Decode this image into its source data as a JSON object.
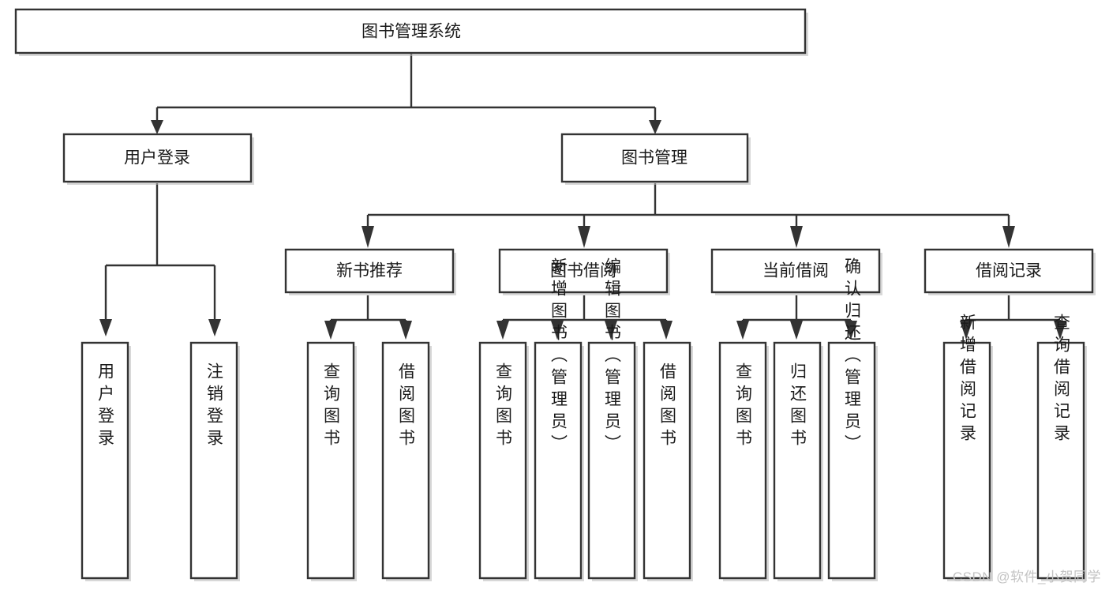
{
  "diagram": {
    "type": "tree",
    "title": "图书管理系统",
    "watermark": "CSDN @软件_小贺同学",
    "levels": {
      "root": {
        "label": "图书管理系统"
      },
      "level2": [
        {
          "id": "user-login",
          "label": "用户登录"
        },
        {
          "id": "book-manage",
          "label": "图书管理"
        }
      ],
      "level3": [
        {
          "id": "new-book-recommend",
          "label": "新书推荐",
          "parent": "book-manage"
        },
        {
          "id": "book-borrow",
          "label": "图书借阅",
          "parent": "book-manage"
        },
        {
          "id": "current-borrow",
          "label": "当前借阅",
          "parent": "book-manage"
        },
        {
          "id": "borrow-record",
          "label": "借阅记录",
          "parent": "book-manage"
        }
      ],
      "leaves": [
        {
          "id": "leaf-user-login",
          "label": "用户登录",
          "parent": "user-login"
        },
        {
          "id": "leaf-logout",
          "label": "注销登录",
          "parent": "user-login"
        },
        {
          "id": "leaf-query-book-1",
          "label": "查询图书",
          "parent": "new-book-recommend"
        },
        {
          "id": "leaf-borrow-book-1",
          "label": "借阅图书",
          "parent": "new-book-recommend"
        },
        {
          "id": "leaf-query-book-2",
          "label": "查询图书",
          "parent": "book-borrow"
        },
        {
          "id": "leaf-add-book",
          "label": "新增图书（管理员）",
          "parent": "book-borrow"
        },
        {
          "id": "leaf-edit-book",
          "label": "编辑图书（管理员）",
          "parent": "book-borrow"
        },
        {
          "id": "leaf-borrow-book-2",
          "label": "借阅图书",
          "parent": "book-borrow"
        },
        {
          "id": "leaf-query-book-3",
          "label": "查询图书",
          "parent": "current-borrow"
        },
        {
          "id": "leaf-return-book",
          "label": "归还图书",
          "parent": "current-borrow"
        },
        {
          "id": "leaf-confirm-return",
          "label": "确认归还（管理员）",
          "parent": "current-borrow"
        },
        {
          "id": "leaf-add-record",
          "label": "新增借阅记录",
          "parent": "borrow-record"
        },
        {
          "id": "leaf-query-record",
          "label": "查询借阅记录",
          "parent": "borrow-record"
        }
      ]
    },
    "colors": {
      "stroke": "#333333",
      "fill": "#ffffff",
      "text": "#1a1a1a",
      "watermark": "#c3c3c3"
    }
  }
}
